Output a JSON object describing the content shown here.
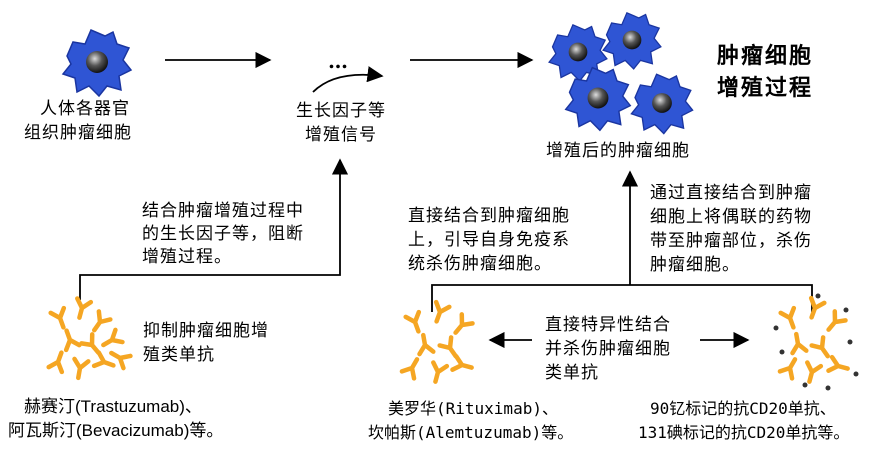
{
  "title": {
    "line1": "肿瘤细胞",
    "line2": "增殖过程"
  },
  "nodes": {
    "tumor_cell": {
      "line1": "人体各器官",
      "line2": "组织肿瘤细胞"
    },
    "ellipsis": "…",
    "growth_signal": {
      "line1": "生长因子等",
      "line2": "增殖信号"
    },
    "proliferated": "增殖后的肿瘤细胞"
  },
  "notes": {
    "block_growth": {
      "line1": "结合肿瘤增殖过程中",
      "line2": "的生长因子等，阻断",
      "line3": "增殖过程。"
    },
    "direct_bind": {
      "line1": "直接结合到肿瘤细胞",
      "line2": "上，引导自身免疫系",
      "line3": "统杀伤肿瘤细胞。"
    },
    "drug_delivery": {
      "line1": "通过直接结合到肿瘤",
      "line2": "细胞上将偶联的药物",
      "line3": "带至肿瘤部位，杀伤",
      "line4": "肿瘤细胞。"
    }
  },
  "antibody_classes": {
    "inhibit": {
      "line1": "抑制肿瘤细胞增",
      "line2": "殖类单抗"
    },
    "specific_kill": {
      "line1": "直接特异性结合",
      "line2": "并杀伤肿瘤细胞",
      "line3": "类单抗"
    }
  },
  "examples": {
    "inhibit": {
      "line1": "赫赛汀(Trastuzumab)、",
      "line2": "阿瓦斯汀(Bevacizumab)等。"
    },
    "naked": {
      "line1": "美罗华(Rituximab)、",
      "line2": "坎帕斯(Alemtuzumab)等。"
    },
    "conjugated": {
      "line1": "90钇标记的抗CD20单抗、",
      "line2": "131碘标记的抗CD20单抗等。"
    }
  },
  "colors": {
    "cell_blue": "#2f55d4",
    "cell_nucleus": "#3a3a3a",
    "antibody_orange": "#f5a623",
    "line": "#000000"
  }
}
